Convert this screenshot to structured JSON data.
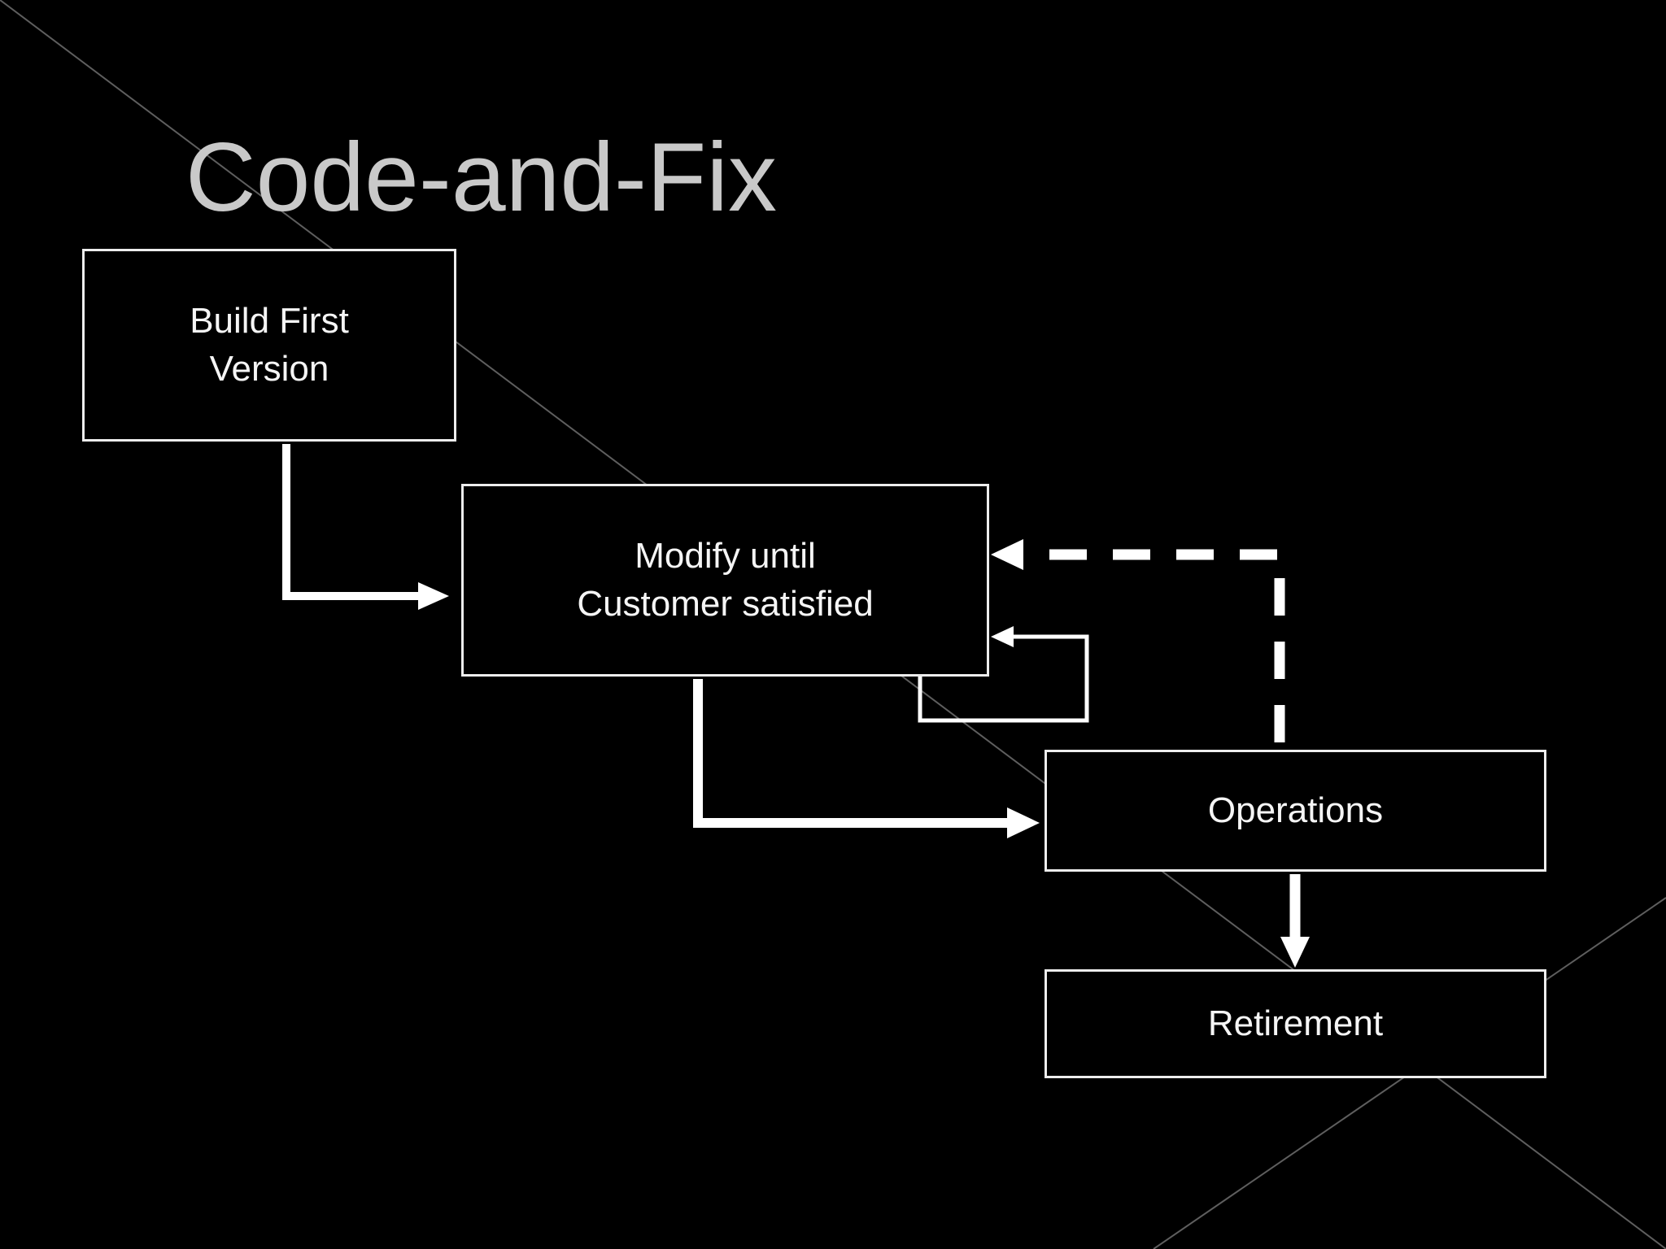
{
  "slide": {
    "title": "Code-and-Fix",
    "boxes": {
      "build_first_version": {
        "lines": [
          "Build First",
          "Version"
        ]
      },
      "modify_until_satisfied": {
        "lines": [
          "Modify until",
          "Customer satisfied"
        ]
      },
      "operations": {
        "lines": [
          "Operations"
        ]
      },
      "retirement": {
        "lines": [
          "Retirement"
        ]
      }
    },
    "arrows": [
      {
        "name": "build-to-modify",
        "style": "solid"
      },
      {
        "name": "modify-to-operations",
        "style": "solid"
      },
      {
        "name": "operations-to-retirement",
        "style": "solid"
      },
      {
        "name": "feedback-to-modify",
        "style": "dashed"
      },
      {
        "name": "modify-self-loop",
        "style": "thin-solid"
      }
    ],
    "colors": {
      "background": "#000000",
      "title_text": "#c9c9c9",
      "box_border": "#ededed",
      "box_text": "#f5f5f5",
      "arrow": "#ffffff",
      "background_line": "#5e5e5e"
    }
  }
}
